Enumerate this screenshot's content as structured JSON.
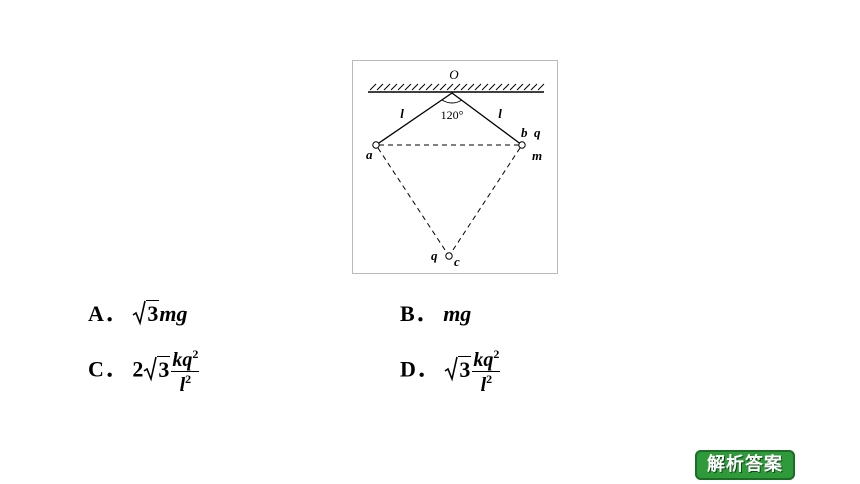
{
  "figure": {
    "labels": {
      "O": "O",
      "angle": "120°",
      "l_left": "l",
      "l_right": "l",
      "a": "a",
      "b": "b",
      "q_b": "q",
      "m": "m",
      "q_c": "q",
      "c": "c"
    }
  },
  "options": {
    "A": {
      "label": "A．",
      "coef": "",
      "radicand": "3",
      "tail": "mg"
    },
    "B": {
      "label": "B．",
      "text": "mg"
    },
    "C": {
      "label": "C．",
      "coef": "2",
      "radicand": "3",
      "num": "kq",
      "num_exp": "2",
      "den": "l",
      "den_exp": "2"
    },
    "D": {
      "label": "D．",
      "coef": "",
      "radicand": "3",
      "num": "kq",
      "num_exp": "2",
      "den": "l",
      "den_exp": "2"
    }
  },
  "answer_button": {
    "label": "解析答案"
  },
  "colors": {
    "button_bg": "#2f9a3a",
    "button_text": "#ffffff"
  }
}
